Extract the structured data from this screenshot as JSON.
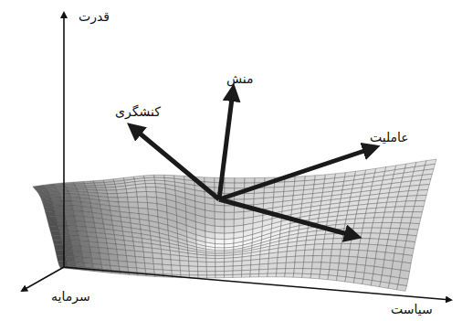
{
  "diagram": {
    "labels": [
      "قدرت",
      "منش",
      "کنشگری",
      "عاملیت",
      "سرمایه",
      "سیاست"
    ]
  }
}
